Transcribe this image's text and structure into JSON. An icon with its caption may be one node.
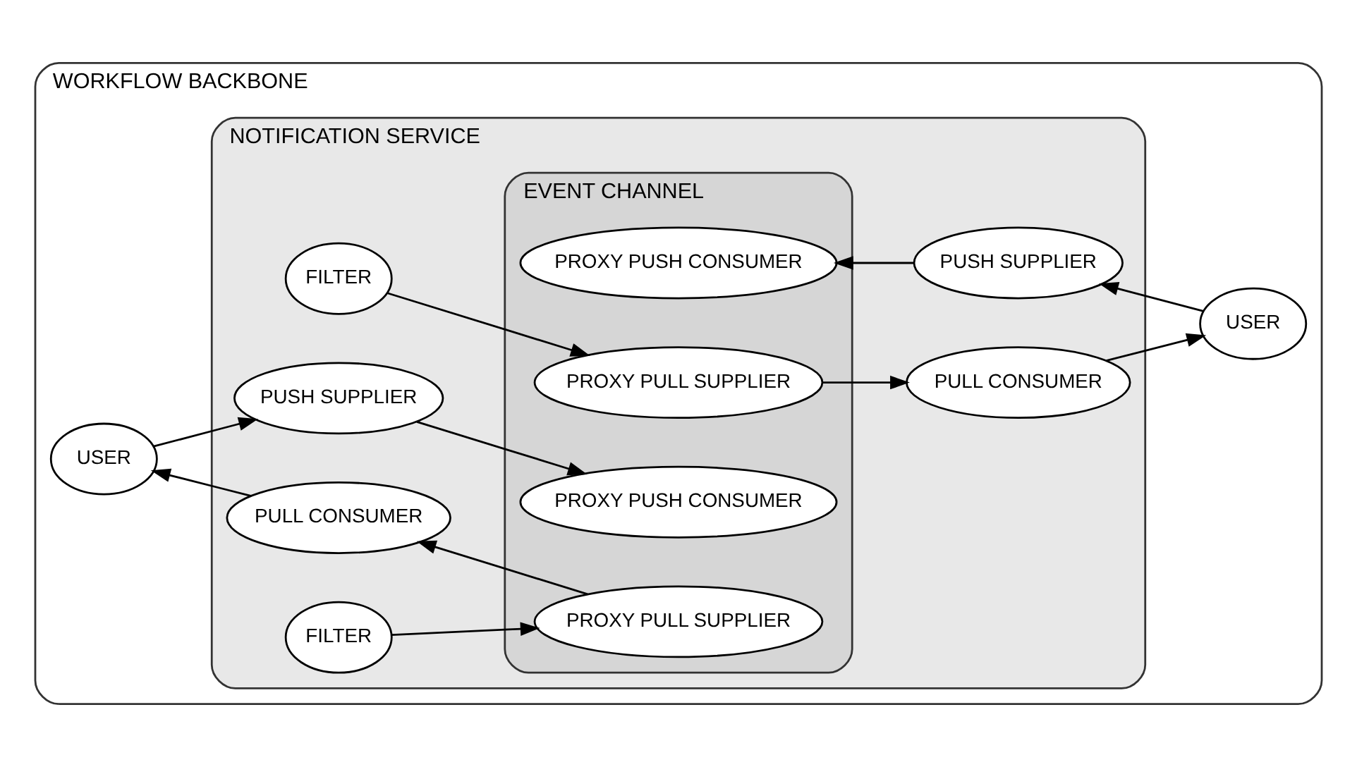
{
  "diagram": {
    "nodes": [
      {
        "text": [
          "WORKFLOW BACKBONE"
        ]
      },
      {
        "text": [
          "NOTIFICATION SERVICE"
        ],
        "in": 0
      },
      {
        "text": [
          "EVENT CHANNEL"
        ],
        "in": 1
      },
      {
        "text": [
          "FILTER"
        ],
        "in": 1
      },
      {
        "text": [
          "PUSH SUPPLIER"
        ],
        "in": 1
      },
      {
        "text": [
          "PROXY PUSH CONSUMER"
        ],
        "in": 2
      },
      {
        "text": [
          "PROXY PULL SUPPLIER"
        ],
        "in": 2
      },
      {
        "text": [
          "PULL CONSUMER"
        ],
        "in": 1
      },
      {
        "text": [
          "USER"
        ],
        "in": 0
      },
      {
        "text": [
          "USER"
        ],
        "in": 0
      },
      {
        "text": [
          "PULL CONSUMER"
        ],
        "in": 1
      },
      {
        "text": [
          "PROXY PULL SUPPLIER"
        ],
        "in": 2
      },
      {
        "text": [
          "PROXY PUSH CONSUMER"
        ],
        "in": 2
      },
      {
        "text": [
          "PUSH SUPPLIER"
        ],
        "in": 1
      },
      {
        "text": [
          "FILTER"
        ],
        "in": 1
      }
    ],
    "edges": [
      {
        "from": 8,
        "to": 4,
        "arrow": "to"
      },
      {
        "from": 4,
        "to": 5,
        "arrow": "to"
      },
      {
        "from": 3,
        "to": 6,
        "arrow": "to"
      },
      {
        "from": 6,
        "to": 7,
        "arrow": "to"
      },
      {
        "from": 7,
        "to": 9,
        "arrow": "to"
      },
      {
        "from": 9,
        "to": 13,
        "arrow": "to"
      },
      {
        "from": 13,
        "to": 12,
        "arrow": "to"
      },
      {
        "from": 11,
        "to": 10,
        "arrow": "to"
      },
      {
        "from": 10,
        "to": 8,
        "arrow": "to"
      },
      {
        "from": 14,
        "to": 11,
        "arrow": "to"
      }
    ]
  }
}
